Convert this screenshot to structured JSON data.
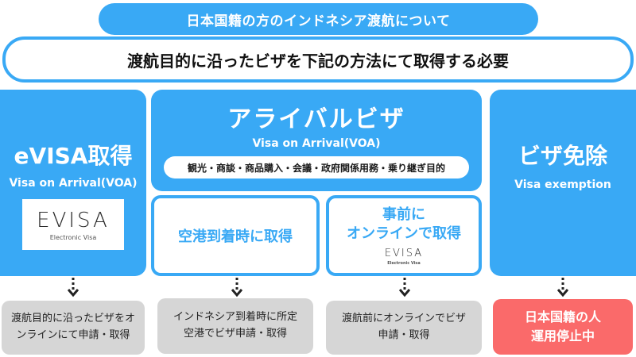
{
  "header": {
    "title": "日本国籍の方のインドネシア渡航について",
    "subtitle": "渡航目的に沿ったビザを下記の方法にて取得する必要"
  },
  "evisa": {
    "title": "eVISA取得",
    "subtitle": "Visa on Arrival(VOA)",
    "logo_text": "EVISA",
    "logo_caption": "Electronic Visa"
  },
  "voa": {
    "title": "アライバルビザ",
    "subtitle": "Visa on Arrival(VOA)",
    "purposes": "観光・商談・商品購入・会議・政府関係用務・乗り継ぎ目的",
    "arrival_box": "空港到着時に取得",
    "online_box_line1": "事前に",
    "online_box_line2": "オンラインで取得",
    "online_logo_text": "EVISA",
    "online_logo_caption": "Electronic Visa"
  },
  "exempt": {
    "title": "ビザ免除",
    "subtitle": "Visa exemption"
  },
  "results": [
    {
      "line1": "渡航目的に沿ったビザをオ",
      "line2": "ンラインにて申請・取得"
    },
    {
      "line1": "インドネシア到着時に所定",
      "line2": "空港でビザ申請・取得"
    },
    {
      "line1": "渡航前にオンラインでビザ",
      "line2": "申請・取得"
    },
    {
      "line1": "日本国籍の人",
      "line2": "運用停止中"
    }
  ],
  "colors": {
    "primary_blue": "#39a9f5",
    "result_gray": "#d6d6d6",
    "alert_red": "#fa6a6a"
  }
}
